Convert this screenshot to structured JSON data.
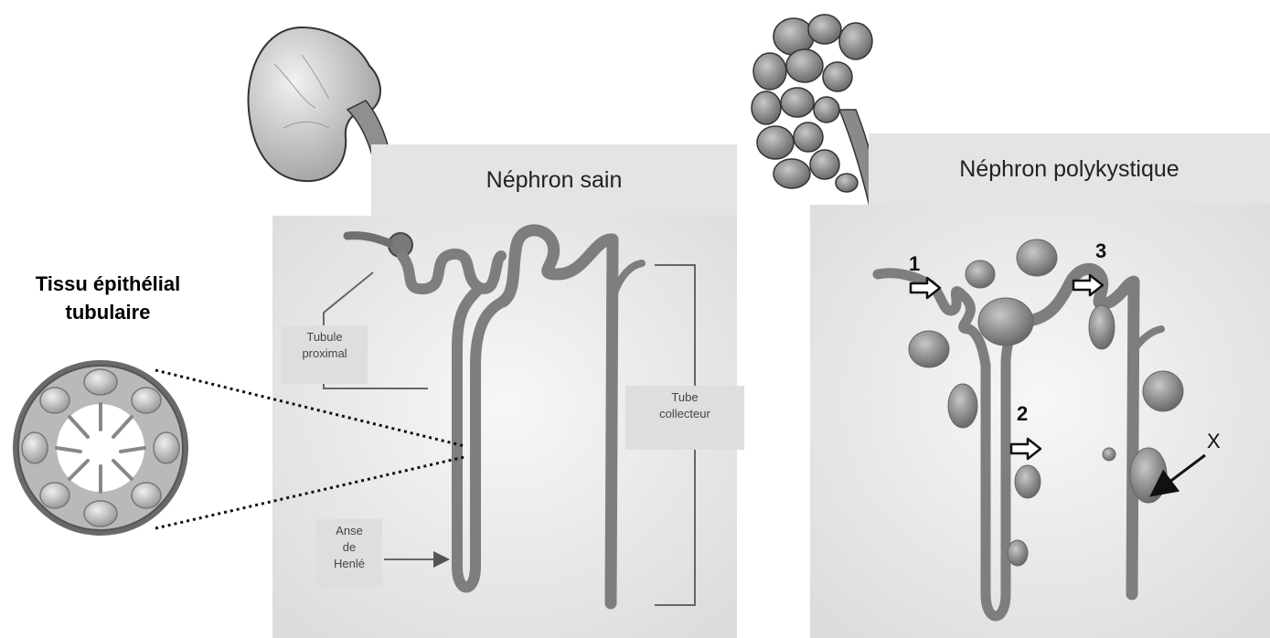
{
  "tissue": {
    "title_line1": "Tissu épithélial",
    "title_line2": "tubulaire"
  },
  "healthy": {
    "header": "Néphron sain",
    "label_proximal_1": "Tubule",
    "label_proximal_2": "proximal",
    "label_collector_1": "Tube",
    "label_collector_2": "collecteur",
    "label_henle_1": "Anse",
    "label_henle_2": "de",
    "label_henle_3": "Henlé"
  },
  "polycystic": {
    "header": "Néphron polykystique",
    "marker_1": "1",
    "marker_2": "2",
    "marker_3": "3",
    "marker_x": "X"
  },
  "colors": {
    "panel_bg": "#e8e8e8",
    "tube": "#8a8a8a",
    "cyst": "#9a9a9a",
    "kidney": "#d6d6d6"
  }
}
